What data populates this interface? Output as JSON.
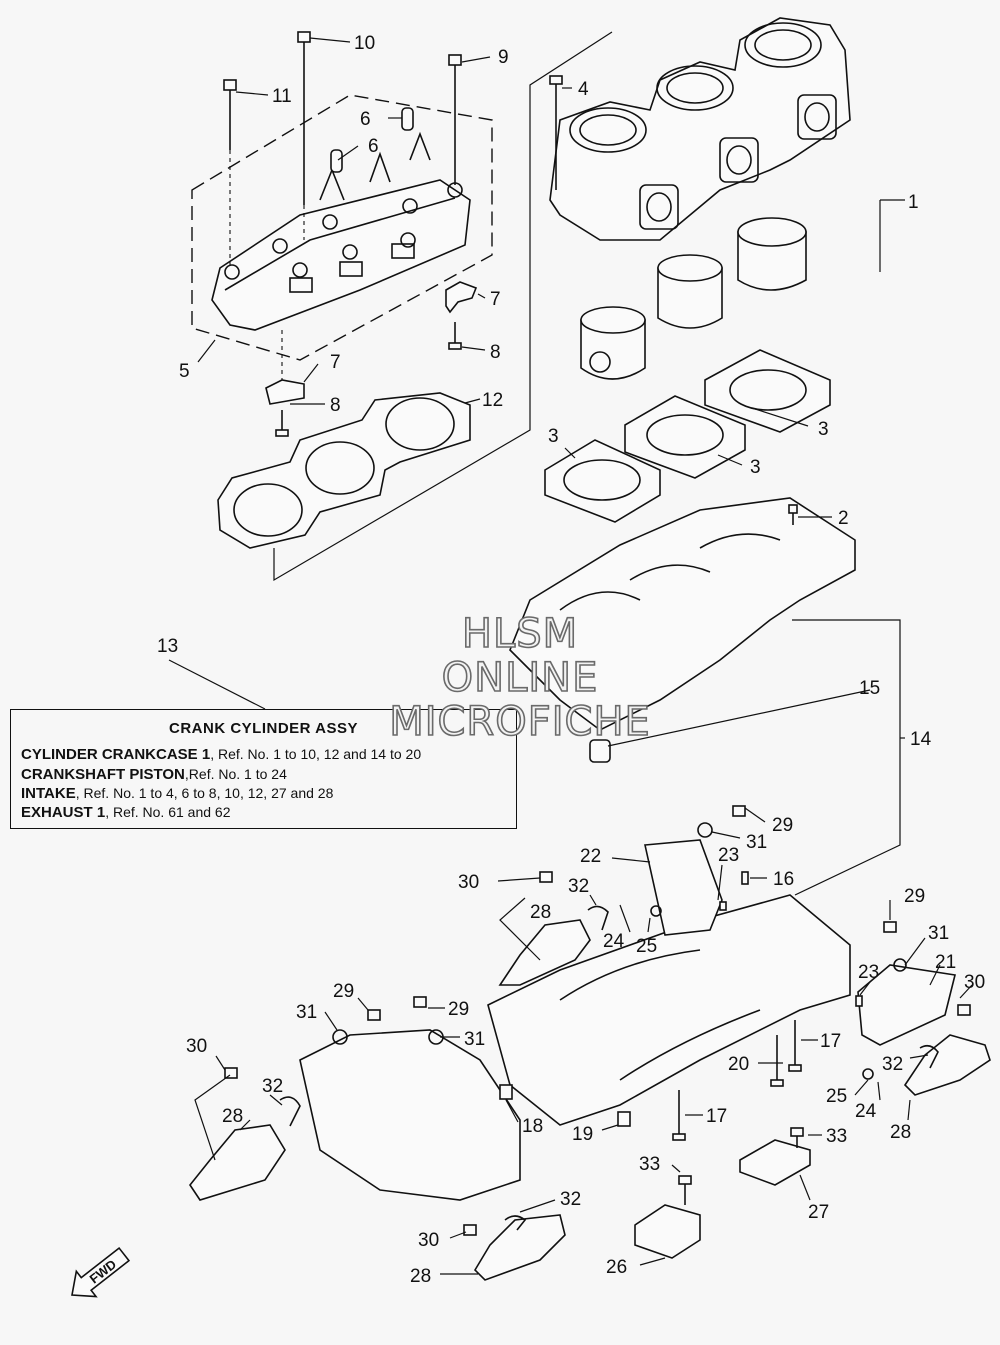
{
  "info_box": {
    "title": "CRANK CYLINDER ASSY",
    "lines": [
      {
        "bold": "CYLINDER CRANKCASE 1",
        "rest": ", Ref. No. 1 to 10, 12 and 14 to 20"
      },
      {
        "bold": "CRANKSHAFT PISTON",
        "rest": ",Ref. No. 1 to 24"
      },
      {
        "bold": "INTAKE",
        "rest": ", Ref. No. 1 to 4, 6 to 8, 10, 12, 27 and 28"
      },
      {
        "bold": "EXHAUST 1",
        "rest": ", Ref. No. 61 and 62"
      }
    ]
  },
  "watermark": {
    "line1": "HLSM",
    "line2": "ONLINE",
    "line3": "MICROFICHE"
  },
  "fwd_label": "FWD",
  "callouts": {
    "c1": "1",
    "c2": "2",
    "c3a": "3",
    "c3b": "3",
    "c3c": "3",
    "c4": "4",
    "c5": "5",
    "c6a": "6",
    "c6b": "6",
    "c7a": "7",
    "c7b": "7",
    "c8a": "8",
    "c8b": "8",
    "c9": "9",
    "c10": "10",
    "c11": "11",
    "c12": "12",
    "c13": "13",
    "c14": "14",
    "c15": "15",
    "c16": "16",
    "c17a": "17",
    "c17b": "17",
    "c18": "18",
    "c19": "19",
    "c20": "20",
    "c21": "21",
    "c22": "22",
    "c23a": "23",
    "c23b": "23",
    "c24a": "24",
    "c24b": "24",
    "c25a": "25",
    "c25b": "25",
    "c26": "26",
    "c27": "27",
    "c28a": "28",
    "c28b": "28",
    "c28c": "28",
    "c28d": "28",
    "c29a": "29",
    "c29b": "29",
    "c29c": "29",
    "c29d": "29",
    "c30a": "30",
    "c30b": "30",
    "c30c": "30",
    "c30d": "30",
    "c31a": "31",
    "c31b": "31",
    "c31c": "31",
    "c31d": "31",
    "c32a": "32",
    "c32b": "32",
    "c32c": "32",
    "c32d": "32",
    "c33a": "33",
    "c33b": "33"
  }
}
